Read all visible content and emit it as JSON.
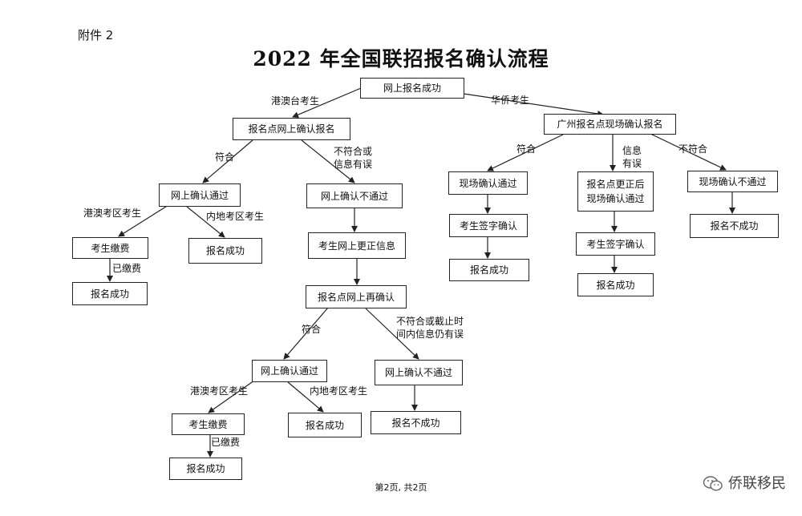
{
  "header": {
    "attachment": "附件 2",
    "title": "2022 年全国联招报名确认流程"
  },
  "boxes": {
    "start": "网上报名成功",
    "hk_online_confirm": "报名点网上确认报名",
    "gz_onsite_confirm": "广州报名点现场确认报名",
    "a_pass": "网上确认通过",
    "a_fail": "网上确认不通过",
    "a_pay": "考生缴费",
    "a_success_mainland": "报名成功",
    "a_success_paid": "报名成功",
    "b_update": "考生网上更正信息",
    "b_reconfirm": "报名点网上再确认",
    "c_pass": "网上确认通过",
    "c_fail": "网上确认不通过",
    "c_pay": "考生缴费",
    "c_success_mainland": "报名成功",
    "c_success_paid": "报名成功",
    "c_not_success": "报名不成功",
    "d_onsite_pass": "现场确认通过",
    "d_sign": "考生签字确认",
    "d_success": "报名成功",
    "e_corrected_line1": "报名点更正后",
    "e_corrected_line2": "现场确认通过",
    "e_sign": "考生签字确认",
    "e_success": "报名成功",
    "f_onsite_fail": "现场确认不通过",
    "f_not_success": "报名不成功"
  },
  "labels": {
    "hk_tw": "港澳台考生",
    "overseas": "华侨考生",
    "match1": "符合",
    "mismatch1_line1": "不符合或",
    "mismatch1_line2": "信息有误",
    "hk_area1": "港澳考区考生",
    "mainland_area1": "内地考区考生",
    "paid1": "已缴费",
    "match2": "符合",
    "mismatch2_line1": "不符合或截止时",
    "mismatch2_line2": "间内信息仍有误",
    "hk_area2": "港澳考区考生",
    "mainland_area2": "内地考区考生",
    "paid2": "已缴费",
    "gz_match": "符合",
    "gz_info_line1": "信息",
    "gz_info_line2": "有误",
    "gz_mismatch": "不符合"
  },
  "footer": {
    "page": "第2页, 共2页",
    "watermark": "侨联移民",
    "watermark_icon": "wechat-icon"
  }
}
